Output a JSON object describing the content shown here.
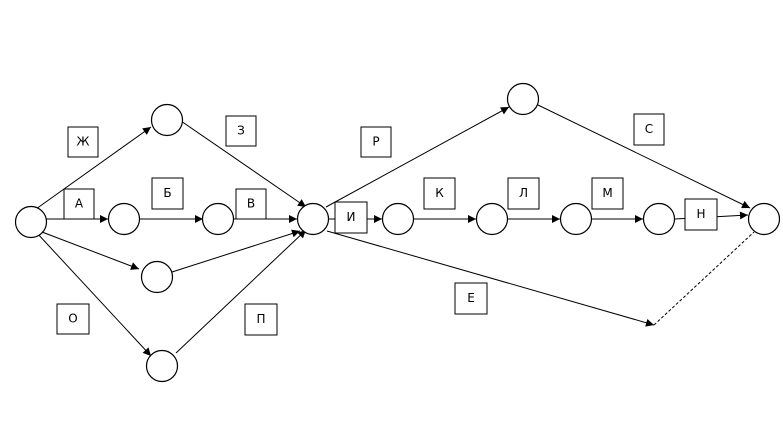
{
  "diagram": {
    "labels": {
      "zh": "Ж",
      "z": "З",
      "r": "Р",
      "s": "С",
      "a": "А",
      "b": "Б",
      "v": "В",
      "i": "И",
      "k": "К",
      "l": "Л",
      "m": "М",
      "n": "Н",
      "o": "О",
      "p": "П",
      "e": "Е"
    }
  }
}
